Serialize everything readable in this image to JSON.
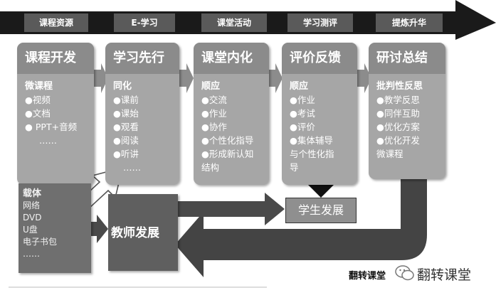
{
  "timeline": [
    "课程资源",
    "E-学习",
    "课堂活动",
    "学习测评",
    "提炼升华"
  ],
  "stages": [
    {
      "title": "课程开发",
      "subtitle": "微课程",
      "items": [
        "●视频",
        "●文档",
        "● PPT+音频",
        "……"
      ]
    },
    {
      "title": "学习先行",
      "subtitle": "同化",
      "items": [
        "●课前",
        "●课始",
        "●观看",
        "●阅读",
        "●听讲",
        "……"
      ]
    },
    {
      "title": "课堂内化",
      "subtitle": "顺应",
      "items": [
        "●交流",
        "●作业",
        "●协作",
        "●个性化指导",
        "●形成新认知",
        "结构"
      ]
    },
    {
      "title": "评价反馈",
      "subtitle": "顺应",
      "items": [
        "●作业",
        "●考试",
        "●评价",
        "●集体辅导",
        "与个性化指",
        "导"
      ]
    },
    {
      "title": "研讨总结",
      "subtitle": "批判性反思",
      "items": [
        "●教学反思",
        "●同伴互助",
        "●优化方案",
        "●优化开发",
        "微课程"
      ]
    }
  ],
  "carrier": {
    "title": "载体",
    "items": [
      "网络",
      "DVD",
      "U盘",
      "电子书包",
      "……"
    ]
  },
  "teacher_box": "教师发展",
  "student_box": "学生发展",
  "watermark": {
    "bold_text": "翻转课堂",
    "text": "翻转课堂"
  },
  "colors": {
    "timeline_band": "#1a1a1a",
    "timeline_label": "#5a5a5a",
    "stage_body": "#a6a6a6",
    "stage_head": "#8b8b8b",
    "arrow_gray": "#8c8c8c",
    "arrow_dark": "#4a4a4a",
    "carrier": "#6f6f6f",
    "teacher": "#5f5f5f",
    "student": "#8f8f8f"
  }
}
